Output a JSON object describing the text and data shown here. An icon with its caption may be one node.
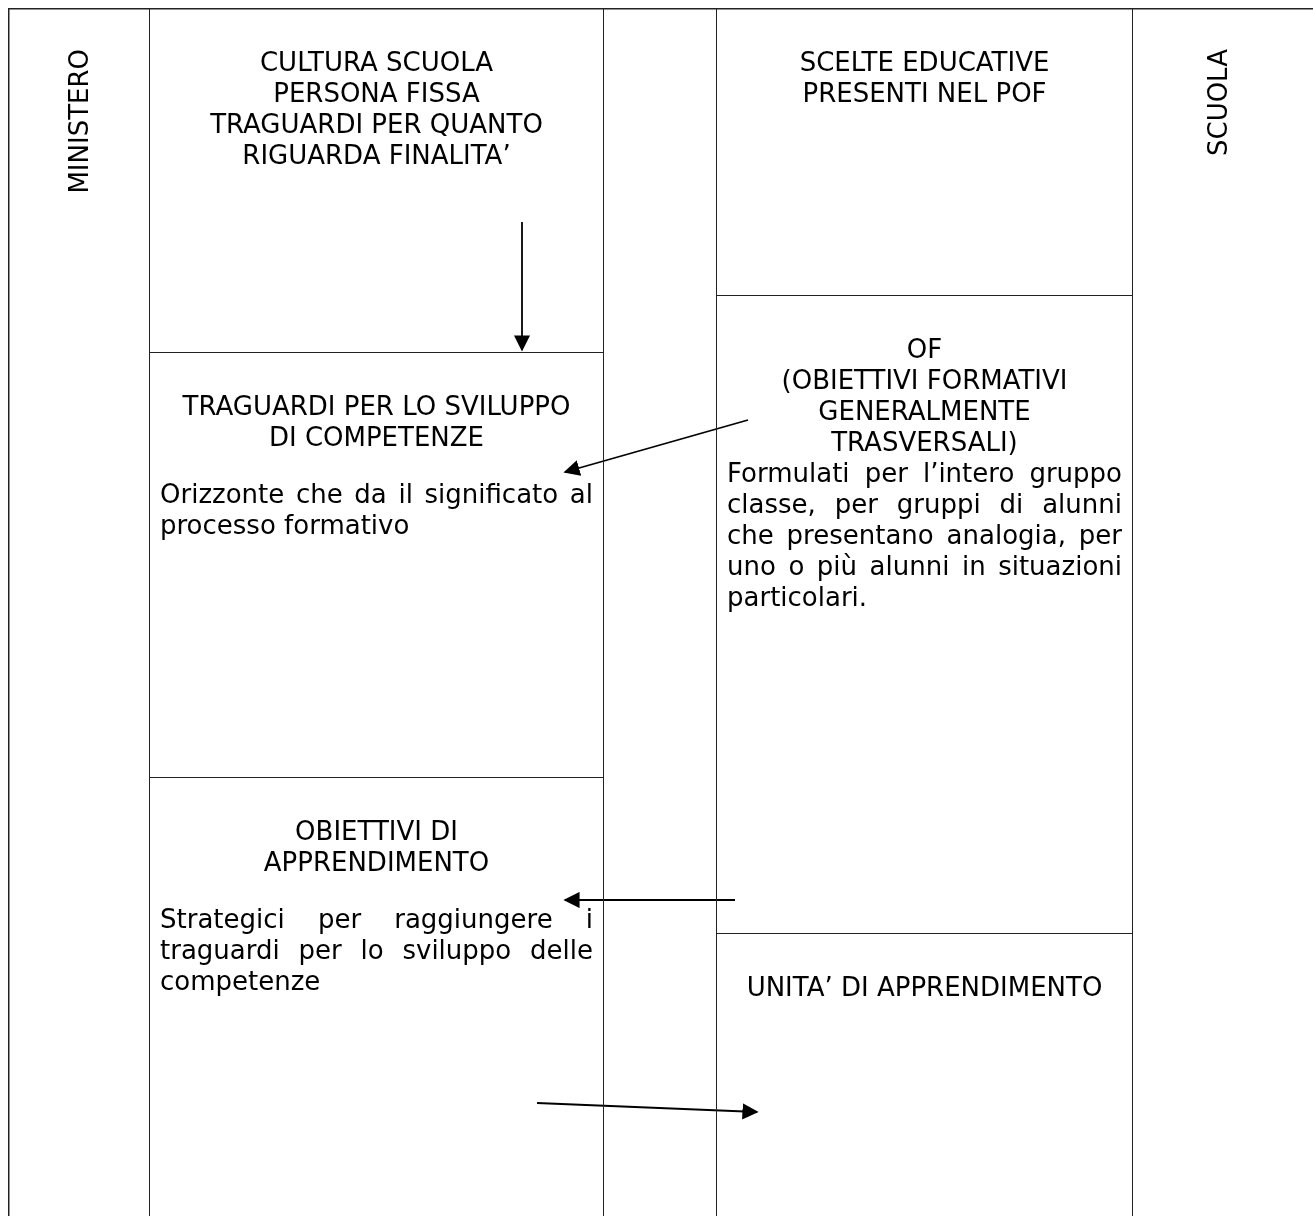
{
  "diagram": {
    "nodes": [
      {
        "text": [
          "MINISTERO"
        ]
      },
      {
        "text": [
          "CULTURA SCUOLA PERSONA FISSA TRAGUARDI PER QUANTO RIGUARDA FINALITA’"
        ]
      },
      {
        "text": [
          "TRAGUARDI PER LO SVILUPPO DI COMPETENZE",
          "Orizzonte che da il significato al processo formativo"
        ]
      },
      {
        "text": [
          "OBIETTIVI DI APPRENDIMENTO",
          "Strategici per raggiungere i traguardi per lo sviluppo delle competenze"
        ]
      },
      {
        "text": [
          "SCELTE EDUCATIVE PRESENTI NEL POF"
        ]
      },
      {
        "text": [
          "OF",
          "(OBIETTIVI FORMATIVI GENERALMENTE TRASVERSALI)",
          "Formulati per l’intero gruppo classe, per gruppi di alunni che presentano analogia, per uno o più alunni in situazioni particolari."
        ]
      },
      {
        "text": [
          "UNITA’ DI APPRENDIMENTO"
        ]
      },
      {
        "text": [
          "SCUOLA"
        ]
      }
    ],
    "edges": [
      {
        "from": 1,
        "to": 2,
        "arrow": "to"
      },
      {
        "from": 5,
        "to": 2,
        "arrow": "to"
      },
      {
        "from": 5,
        "to": 3,
        "arrow": "to"
      },
      {
        "from": 3,
        "to": 6,
        "arrow": "to"
      }
    ]
  }
}
